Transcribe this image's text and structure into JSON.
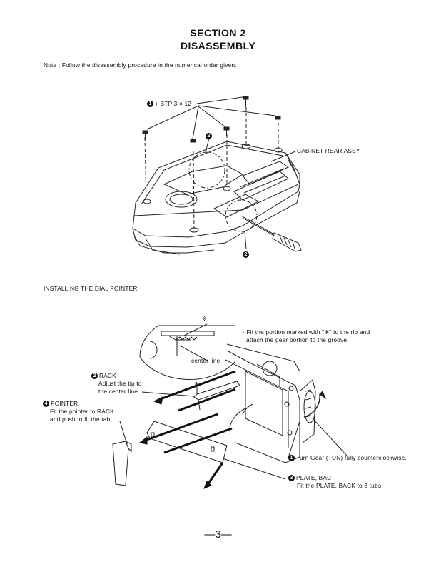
{
  "header": {
    "section": "SECTION 2",
    "title": "DISASSEMBLY"
  },
  "note": "Note : Follow the disassembly procedure in the numerical order given.",
  "figure1": {
    "screw_label_num": "1",
    "screw_label": "BTP 3 × 12",
    "plus": "+",
    "step2_num": "2",
    "cabinet_label": "CABINET REAR ASSY",
    "bottom_num": "2"
  },
  "section_heading": "INSTALLING THE DIAL POINTER",
  "figure2": {
    "asterisk": "※",
    "asterisk2": "※",
    "center_line": "center line",
    "fit_note_line1": "· Fit the portion marked with \"※\" to the rib and",
    "fit_note_line2": "attach the gear portion to the groove.",
    "rack": {
      "num": "2",
      "title": "RACK",
      "line1": "Adjust the tip to",
      "line2": "the center line."
    },
    "pointer": {
      "num": "4",
      "title": "POINTER",
      "line1": "Fit the pointer to RACK",
      "line2": "and push to fit the tab."
    },
    "turn_gear": {
      "num": "1",
      "text": "Turn Gear (TUN) fully counterclockwise."
    },
    "plate": {
      "num": "3",
      "title": "PLATE, BAC",
      "line1": "Fit the PLATE, BACK to 3 tubs."
    }
  },
  "page_number": "—3—"
}
